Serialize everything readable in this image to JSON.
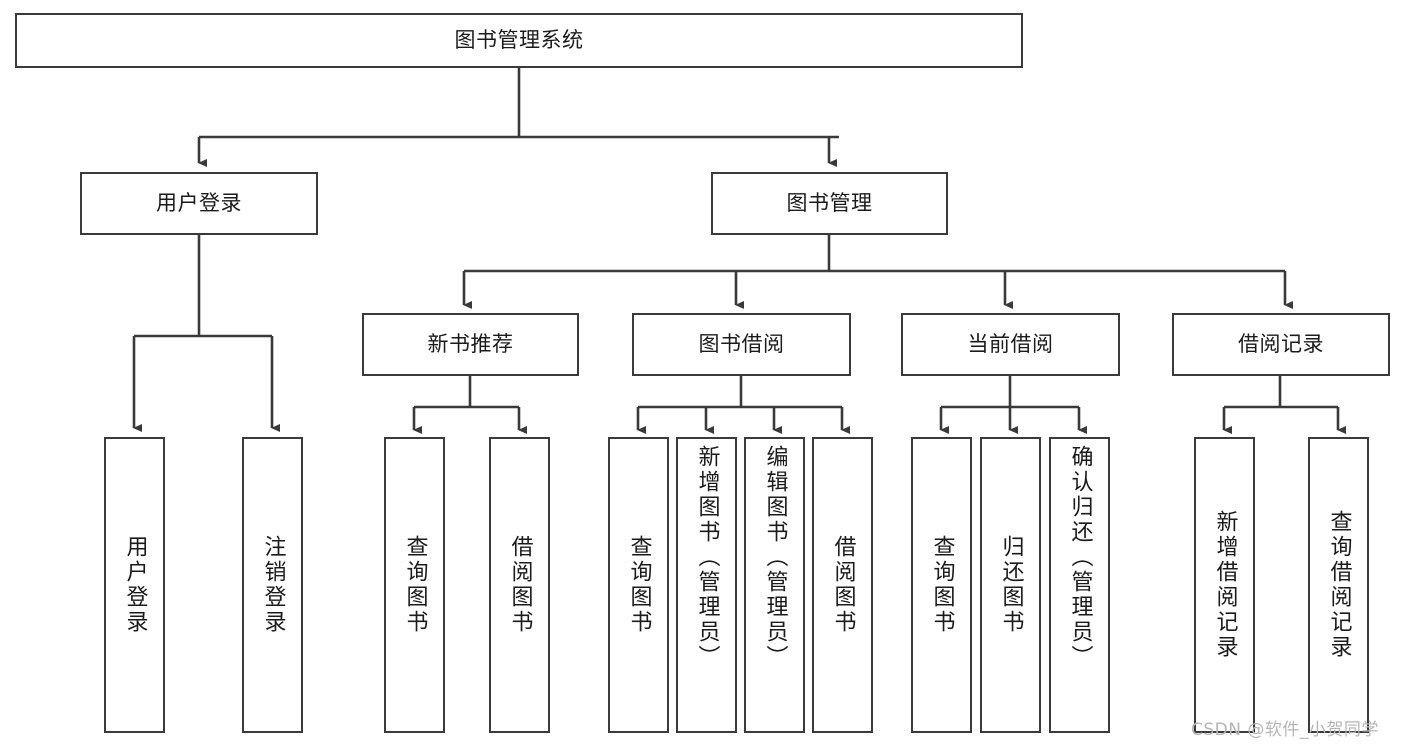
{
  "diagram": {
    "type": "tree-hierarchy-chart",
    "title": "图书管理系统",
    "root": {
      "id": "root",
      "label": "图书管理系统",
      "orientation": "horizontal"
    },
    "level1": [
      {
        "id": "user-login",
        "label": "用户登录",
        "orientation": "horizontal"
      },
      {
        "id": "book-management",
        "label": "图书管理",
        "orientation": "horizontal"
      }
    ],
    "level2": [
      {
        "id": "new-book-recommend",
        "label": "新书推荐",
        "orientation": "horizontal",
        "parent": "book-management"
      },
      {
        "id": "book-borrow",
        "label": "图书借阅",
        "orientation": "horizontal",
        "parent": "book-management"
      },
      {
        "id": "current-borrow",
        "label": "当前借阅",
        "orientation": "horizontal",
        "parent": "book-management"
      },
      {
        "id": "borrow-record",
        "label": "借阅记录",
        "orientation": "horizontal",
        "parent": "book-management"
      }
    ],
    "leaves": [
      {
        "id": "leaf-user-login",
        "label": "用户登录",
        "parent": "user-login",
        "align": "center"
      },
      {
        "id": "leaf-logout-login",
        "label": "注销登录",
        "parent": "user-login",
        "align": "center"
      },
      {
        "id": "leaf-query-book-1",
        "label": "查询图书",
        "parent": "new-book-recommend",
        "align": "center"
      },
      {
        "id": "leaf-borrow-book-1",
        "label": "借阅图书",
        "parent": "new-book-recommend",
        "align": "center"
      },
      {
        "id": "leaf-query-book-2",
        "label": "查询图书",
        "parent": "book-borrow",
        "align": "center"
      },
      {
        "id": "leaf-add-book-admin",
        "label": "新增图书（管理员）",
        "parent": "book-borrow",
        "align": "top"
      },
      {
        "id": "leaf-edit-book-admin",
        "label": "编辑图书（管理员）",
        "parent": "book-borrow",
        "align": "top"
      },
      {
        "id": "leaf-borrow-book-2",
        "label": "借阅图书",
        "parent": "book-borrow",
        "align": "center"
      },
      {
        "id": "leaf-query-book-3",
        "label": "查询图书",
        "parent": "current-borrow",
        "align": "center"
      },
      {
        "id": "leaf-return-book",
        "label": "归还图书",
        "parent": "current-borrow",
        "align": "center"
      },
      {
        "id": "leaf-confirm-return-admin",
        "label": "确认归还（管理员）",
        "parent": "current-borrow",
        "align": "top"
      },
      {
        "id": "leaf-add-borrow-record",
        "label": "新增借阅记录",
        "parent": "borrow-record",
        "align": "center"
      },
      {
        "id": "leaf-query-borrow-record",
        "label": "查询借阅记录",
        "parent": "borrow-record",
        "align": "center"
      }
    ],
    "colors": {
      "stroke": "#3a3a3a",
      "box_fill": "#ffffff",
      "text": "#1b1b1b",
      "background": "#ffffff",
      "watermark": "#b5b5b5"
    }
  },
  "watermark": {
    "text": "CSDN @软件_小贺同学"
  }
}
